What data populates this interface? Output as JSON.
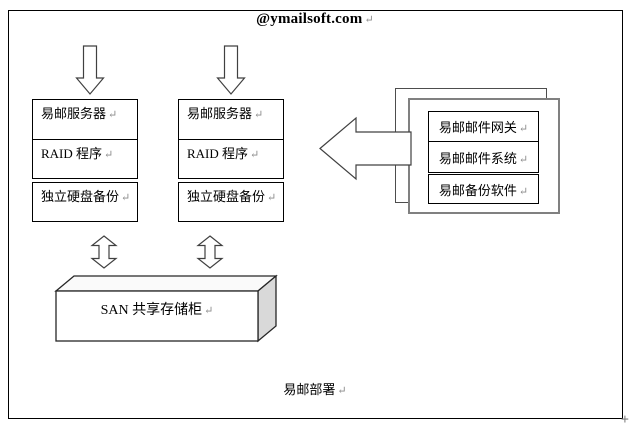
{
  "page": {
    "title": "@ymailsoft.com",
    "caption": "易邮部署",
    "return_mark": "↵",
    "corner_mark": "+"
  },
  "colors": {
    "box_border": "#000000",
    "outer_rect_border": "#4d4d4d",
    "front_rect_border": "#808080",
    "arrow_stroke": "#404040",
    "face_top": "#fafafa",
    "face_side": "#d9d9d9"
  },
  "server_stacks": [
    {
      "rows": [
        "易邮服务器",
        "RAID 程序",
        "独立硬盘备份"
      ]
    },
    {
      "rows": [
        "易邮服务器",
        "RAID 程序",
        "独立硬盘备份"
      ]
    }
  ],
  "software_group": {
    "items": [
      "易邮邮件网关",
      "易邮邮件系统",
      "易邮备份软件"
    ]
  },
  "storage": {
    "label": "SAN 共享存储柜"
  }
}
